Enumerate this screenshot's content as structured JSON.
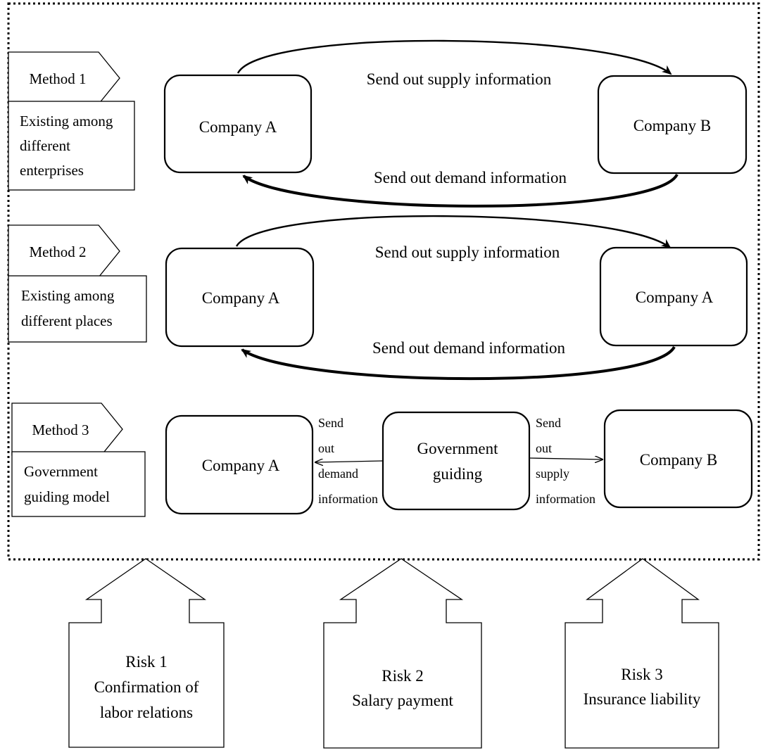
{
  "methods": [
    {
      "tag": "Method 1",
      "desc": [
        "Existing among",
        "different",
        "enterprises"
      ],
      "left_box": "Company A",
      "right_box": "Company B",
      "top_arrow_label": "Send out supply information",
      "bottom_arrow_label": "Send out demand information"
    },
    {
      "tag": "Method 2",
      "desc": [
        "Existing among",
        "different places"
      ],
      "left_box": "Company A",
      "right_box": "Company A",
      "top_arrow_label": "Send out supply information",
      "bottom_arrow_label": "Send out demand information"
    },
    {
      "tag": "Method 3",
      "desc": [
        "Government",
        "guiding model"
      ],
      "left_box": "Company A",
      "center_box": [
        "Government",
        "guiding"
      ],
      "right_box": "Company B",
      "left_arrow_label": [
        "Send",
        "out",
        "demand",
        "information"
      ],
      "right_arrow_label": [
        "Send",
        "out",
        "supply",
        "information"
      ]
    }
  ],
  "risks": [
    {
      "lines": [
        "Risk 1",
        "Confirmation of",
        "labor relations"
      ]
    },
    {
      "lines": [
        "Risk 2",
        "Salary payment"
      ]
    },
    {
      "lines": [
        "Risk 3",
        "Insurance liability"
      ]
    }
  ]
}
